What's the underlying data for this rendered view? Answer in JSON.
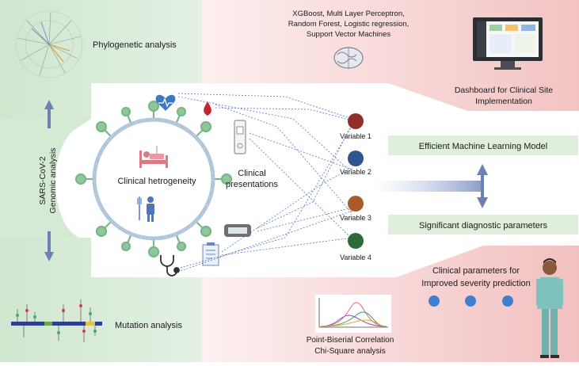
{
  "top_left": {
    "label": "Phylogenetic analysis"
  },
  "top_right": {
    "algorithms": [
      "XGBoost, Multi Layer Perceptron,",
      "Random Forest, Logistic regression,",
      "Support Vector Machines"
    ],
    "dashboard_label": [
      "Dashboard for Clinical Site",
      "Implementation"
    ]
  },
  "left_side": {
    "genomic_label": [
      "SARS-CoV-2",
      "Genomic analysis"
    ]
  },
  "center": {
    "heterogeneity_label": "Clinical hetrogeneity",
    "presentations_label": [
      "Clinical",
      "presentations"
    ]
  },
  "variables": [
    {
      "label": "Variable 1",
      "color": "#8f2f2b"
    },
    {
      "label": "Variable 2",
      "color": "#2f5590"
    },
    {
      "label": "Variable 3",
      "color": "#a95c2a"
    },
    {
      "label": "Variable 4",
      "color": "#2c6a37"
    }
  ],
  "right_side": {
    "model_label": "Efficient Machine Learning Model",
    "params_label": "Significant diagnostic parameters",
    "severity_label": [
      "Clinical parameters for",
      "Improved severity prediction"
    ]
  },
  "bottom_left": {
    "label": "Mutation analysis"
  },
  "bottom_center": {
    "stats_label": [
      "Point-Biserial Correlation",
      "Chi-Square analysis"
    ]
  },
  "colors": {
    "green_panel": "#d9ecd9",
    "pink_panel": "#f6d2d2",
    "green_box": "#dfefdc",
    "arrow": "#6c80b2",
    "dot": "#3f7fcf"
  }
}
